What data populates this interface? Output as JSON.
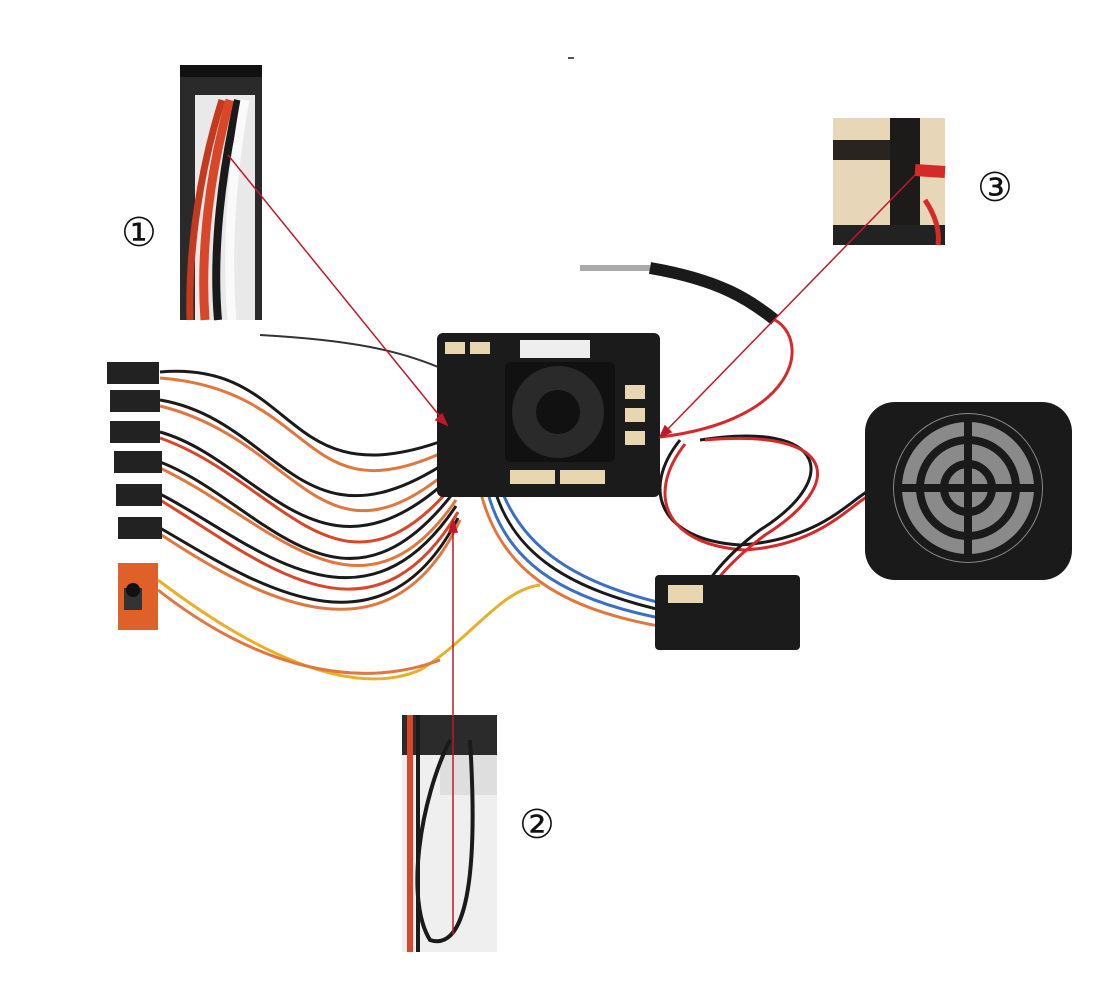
{
  "callouts": [
    {
      "label": "①"
    },
    {
      "label": "②"
    },
    {
      "label": "③"
    }
  ],
  "colors": {
    "leader_line": "#c0182a",
    "wire_red": "#d8472a",
    "wire_black": "#1a1a1a",
    "wire_orange": "#e0773f",
    "wire_yellow": "#e8b02a",
    "wire_blue": "#3a6fc4",
    "component_black": "#1b1b1b"
  }
}
